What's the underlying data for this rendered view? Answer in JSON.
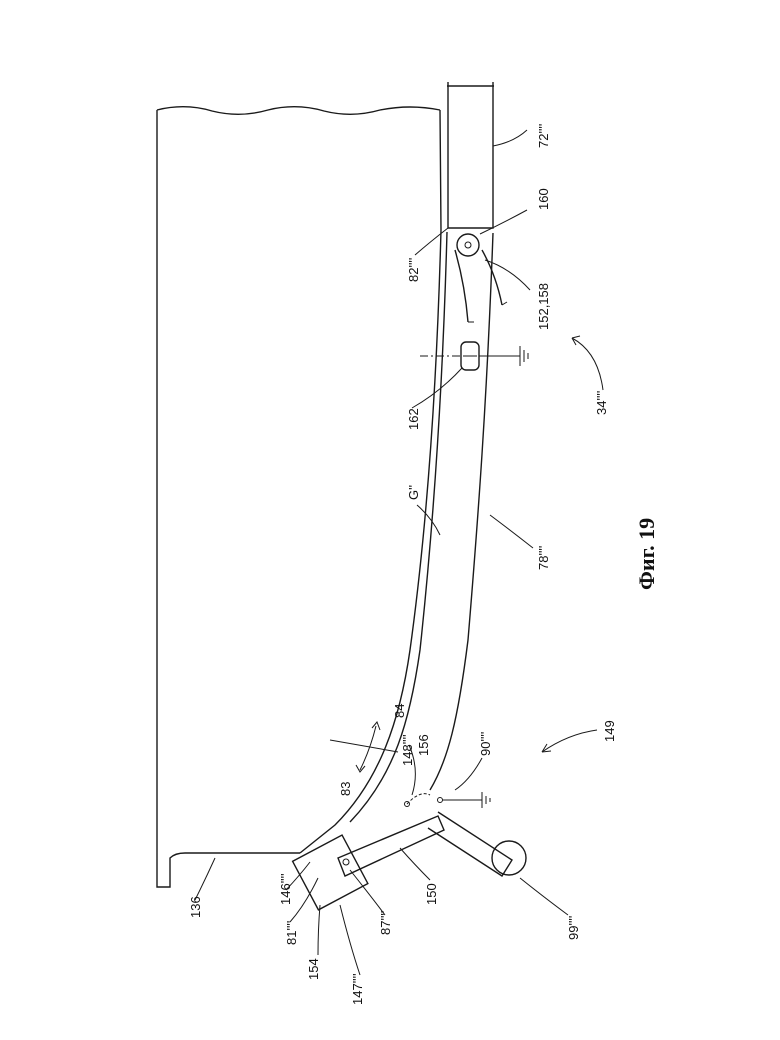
{
  "figure": {
    "caption": "Фиг. 19",
    "labels": {
      "l136": "136",
      "l72": "72''''",
      "l160": "160",
      "l82": "82''''",
      "l152": "152,158",
      "l34": "34''''",
      "l162": "162",
      "lG": "G''",
      "l78": "78''''",
      "l84": "84",
      "l83": "83",
      "l148": "148''''",
      "l156": "156",
      "l90": "90''''",
      "l149": "149",
      "l146": "146''''",
      "l81": "81''''",
      "l87": "87''''",
      "l150": "150",
      "l154": "154",
      "l147": "147''''",
      "l99": "99''''"
    }
  }
}
